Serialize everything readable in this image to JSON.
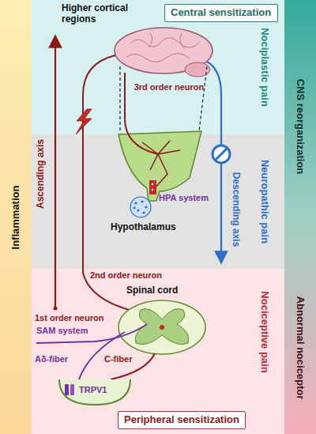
{
  "diagram": {
    "nodes": [
      {
        "text": [
          "Nociplastic pain"
        ]
      },
      {
        "text": [
          "Central sensitization"
        ],
        "in": 0
      },
      {
        "text": [
          "Neuropathic pain"
        ]
      },
      {
        "text": [
          "Nociceptive pain"
        ]
      },
      {
        "text": [
          "Peripheral sensitization"
        ],
        "in": 3
      },
      {
        "text": [
          "Inflammation"
        ]
      },
      {
        "text": [
          "CNS reorganization",
          "Abnormal nociceptor"
        ]
      }
    ],
    "labels": [
      "Higher cortical regions",
      "3rd order neuron",
      "Ascending axis",
      "Descending axis",
      "HPA system",
      "Hypothalamus",
      "2nd order neuron",
      "Spinal cord",
      "1st order neuron",
      "SAM system",
      "Aδ-fiber",
      "C-fiber",
      "TRPV1"
    ]
  }
}
